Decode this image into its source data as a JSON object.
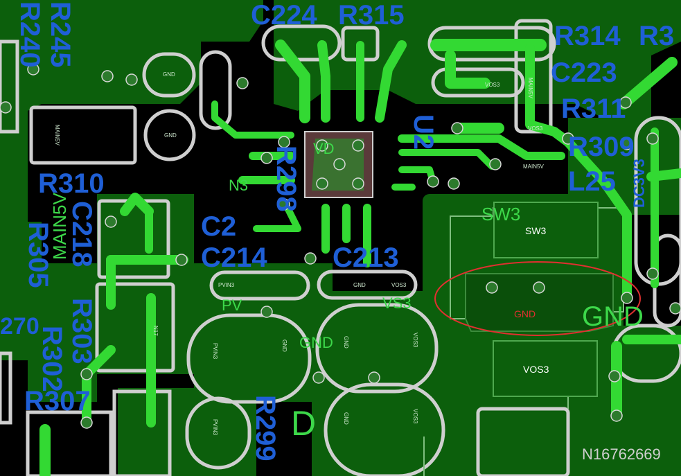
{
  "colors": {
    "background": "#000000",
    "copper_pour": "#0c5f0c",
    "trace": "#33d933",
    "pad": "#3a8c3a",
    "silkscreen_white": "#cfcfcf",
    "silkscreen_blue": "#1f5fd6",
    "highlight": "#e03030"
  },
  "blue_labels": [
    "C224",
    "R315",
    "R314",
    "R3",
    "C223",
    "R311",
    "R309",
    "L25",
    "R245",
    "R240",
    "R310",
    "C218",
    "R305",
    "R303",
    "R302",
    "R307",
    "R298",
    "C214",
    "C213",
    "C2",
    "U2",
    "270",
    "R299",
    "DC3V3"
  ],
  "green_labels": [
    "MAIN5V",
    "SW3",
    "PV",
    "VS3",
    "GND",
    "GND",
    "N3",
    "D",
    "N16762669",
    "VD"
  ],
  "component_labels": {
    "sw3": "SW3",
    "gnd_highlight": "GND",
    "vos3": "VOS3"
  },
  "pad_labels": [
    "GND",
    "GND",
    "GND",
    "GND",
    "GND",
    "GND",
    "PVIN3",
    "PVIN3",
    "PVIN3",
    "VOS3",
    "VOS3",
    "VOS3",
    "VOS3",
    "VOS3",
    "MAIN5V",
    "MAIN5V",
    "MAIN5V",
    "N17"
  ]
}
